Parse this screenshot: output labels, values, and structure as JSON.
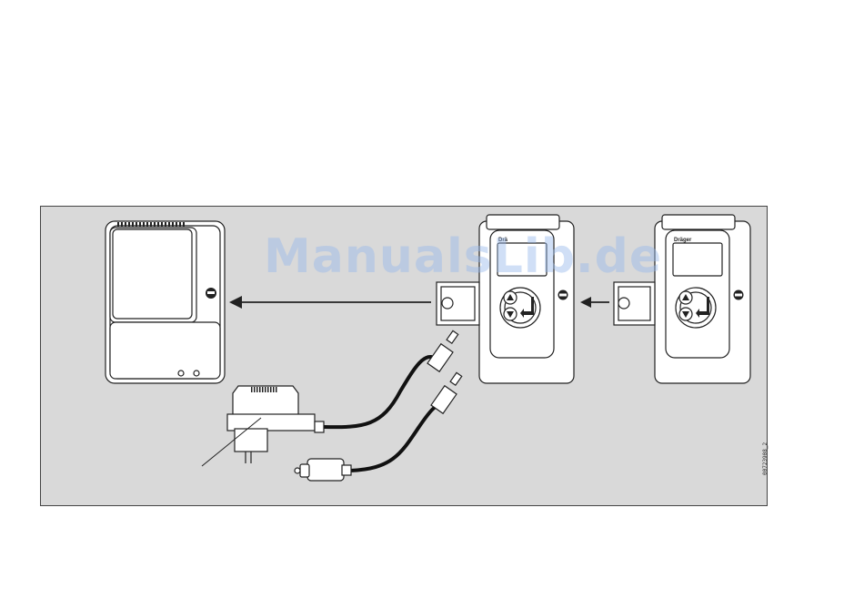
{
  "watermark": "ManualsLib.de",
  "figure_code": "00723908_2",
  "device_right": {
    "brand": "Dräger"
  },
  "device_middle": {
    "brand": "Drä"
  },
  "colors": {
    "panel": "#d9d9d9",
    "stroke": "#222222",
    "body": "#ffffff"
  }
}
